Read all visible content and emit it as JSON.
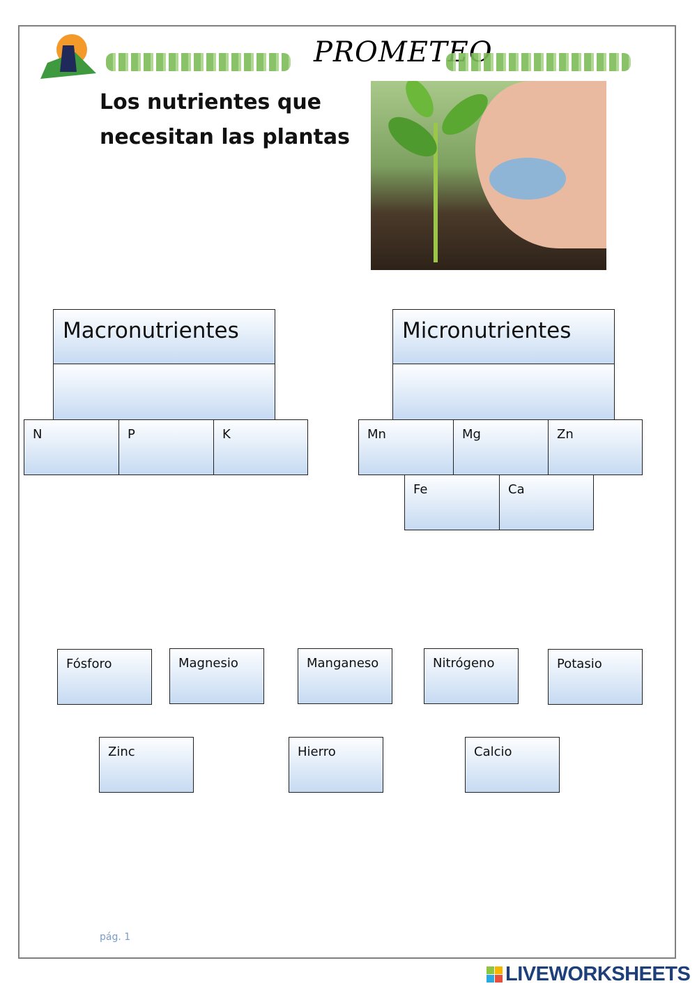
{
  "header": {
    "brand_handwriting": "PROMETEO"
  },
  "title": {
    "line1": "Los nutrientes que",
    "line2": "necesitan las plantas"
  },
  "macro": {
    "heading": "Macronutrientes",
    "elements": [
      "N",
      "P",
      "K"
    ]
  },
  "micro": {
    "heading": "Micronutrientes",
    "elements": [
      "Mn",
      "Mg",
      "Zn",
      "Fe",
      "Ca"
    ]
  },
  "word_cards": [
    "Fósforo",
    "Magnesio",
    "Manganeso",
    "Nitrógeno",
    "Potasio",
    "Zinc",
    "Hierro",
    "Calcio"
  ],
  "footer": {
    "page": "pág. 1"
  },
  "watermark": {
    "text": "LIVEWORKSHEETS"
  },
  "colors": {
    "box_gradient_bottom": "#c6daf2",
    "vine": "#7dbb5a",
    "logo_text": "#1d3f7a"
  }
}
